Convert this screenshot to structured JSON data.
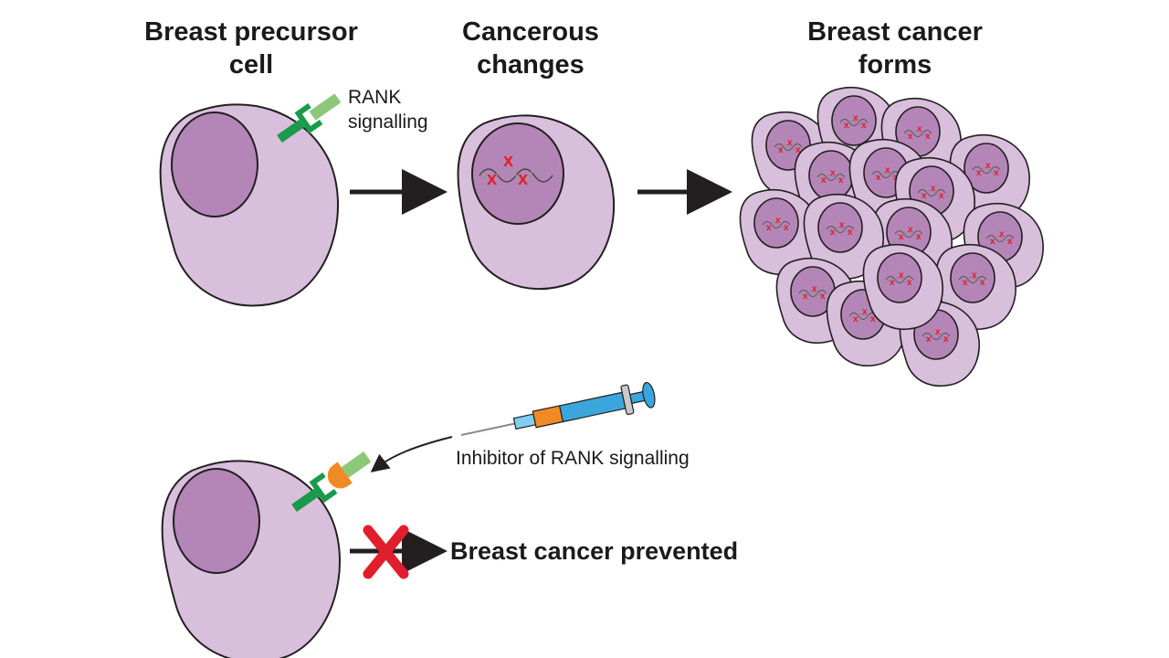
{
  "titles": {
    "precursor": [
      "Breast precursor",
      "cell"
    ],
    "changes": [
      "Cancerous",
      "changes"
    ],
    "forms": [
      "Breast cancer",
      "forms"
    ]
  },
  "labels": {
    "rank": [
      "RANK",
      "signalling"
    ],
    "inhibitor": "Inhibitor of RANK signalling",
    "prevented": "Breast cancer prevented"
  },
  "colors": {
    "cell": "#d8bfdc",
    "nucleus": "#b486b8",
    "outline": "#231f20",
    "receptor": "#1a9b4b",
    "ligand": "#8cc878",
    "inhibitor": "#f08a24",
    "cross": "#e11e2b",
    "syringe_barrel": "#3aa6dc"
  },
  "icons": {
    "arrow": "right-arrow-icon",
    "cross": "red-x-icon",
    "syringe": "syringe-icon"
  }
}
